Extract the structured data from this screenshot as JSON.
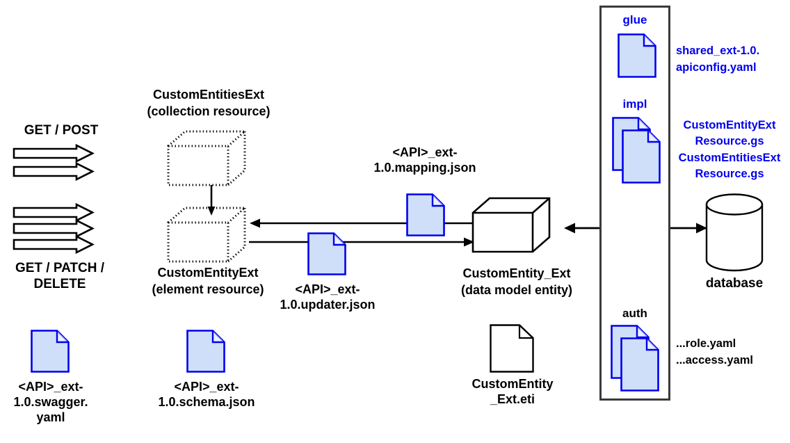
{
  "diagram": {
    "title": "API extension resource / data model diagram",
    "colors": {
      "accent_blue": "#0000ee",
      "file_fill": "#cfdffa",
      "stroke_black": "#000000",
      "panel_border": "#3a3a3a"
    },
    "http_groups": [
      {
        "id": "collection-ops",
        "label": "GET / POST",
        "label_position": "above",
        "arrow_count": 2
      },
      {
        "id": "element-ops",
        "label": "GET / PATCH /\nDELETE",
        "label_position": "below",
        "arrow_count": 3
      }
    ],
    "resources": [
      {
        "id": "collection-resource",
        "name": "CustomEntitiesExt",
        "subtitle": "(collection resource)",
        "shape": "cube-dotted",
        "label_position": "above"
      },
      {
        "id": "element-resource",
        "name": "CustomEntityExt",
        "subtitle": "(element resource)",
        "shape": "cube-dotted",
        "label_position": "below"
      }
    ],
    "entity": {
      "id": "data-model-entity",
      "name": "CustomEntity_Ext",
      "subtitle": "(data model entity)",
      "shape": "cube-solid",
      "label_position": "below"
    },
    "storage": {
      "id": "database",
      "label": "database",
      "shape": "cylinder"
    },
    "files": [
      {
        "id": "swagger-file",
        "icon": "file-icon",
        "filled": true,
        "label": "<API>_ext-\n1.0.swagger.\nyaml"
      },
      {
        "id": "schema-file",
        "icon": "file-icon",
        "filled": true,
        "label": "<API>_ext-\n1.0.schema.json"
      },
      {
        "id": "mapping-file",
        "icon": "file-icon",
        "filled": true,
        "label": "<API>_ext-\n1.0.mapping.json",
        "label_position": "above"
      },
      {
        "id": "updater-file",
        "icon": "file-icon",
        "filled": true,
        "label": "<API>_ext-\n1.0.updater.json",
        "label_position": "below"
      },
      {
        "id": "eti-file",
        "icon": "file-icon",
        "filled": false,
        "label": "CustomEntity\n_Ext.eti",
        "label_position": "below"
      }
    ],
    "panel": {
      "id": "runtime-panel",
      "sections": [
        {
          "id": "glue-section",
          "label": "glue",
          "label_color": "blue",
          "icon": "file-icon",
          "stacked": false,
          "files": "shared_ext-1.0.\napiconfig.yaml",
          "files_color": "blue"
        },
        {
          "id": "impl-section",
          "label": "impl",
          "label_color": "blue",
          "icon": "file-stack-icon",
          "stacked": true,
          "files": "CustomEntityExt\nResource.gs\nCustomEntitiesExt\nResource.gs",
          "files_color": "blue"
        },
        {
          "id": "auth-section",
          "label": "auth",
          "label_color": "black",
          "icon": "file-stack-icon",
          "stacked": true,
          "files": "...role.yaml\n...access.yaml",
          "files_color": "black"
        }
      ]
    },
    "connections": [
      {
        "id": "collection-to-element",
        "from": "collection-resource",
        "to": "element-resource",
        "direction": "down",
        "style": "solid"
      },
      {
        "id": "entity-to-element",
        "from": "data-model-entity",
        "to": "element-resource",
        "direction": "left",
        "style": "solid"
      },
      {
        "id": "element-to-entity",
        "from": "element-resource",
        "to": "data-model-entity",
        "direction": "right",
        "style": "solid"
      },
      {
        "id": "panel-to-entity",
        "from": "runtime-panel",
        "to": "data-model-entity",
        "direction": "left",
        "style": "solid"
      },
      {
        "id": "panel-to-database",
        "from": "runtime-panel",
        "to": "database",
        "direction": "right",
        "style": "solid"
      }
    ]
  }
}
